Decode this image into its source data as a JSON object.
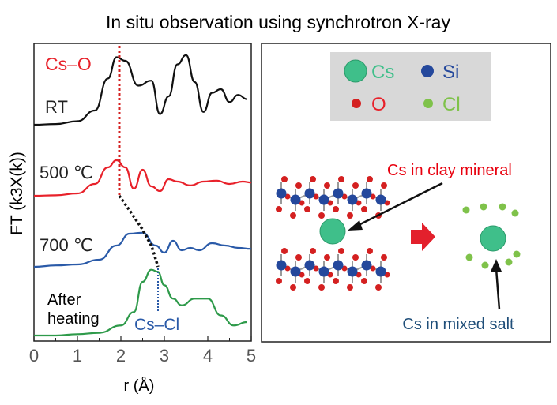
{
  "title": "In situ observation using synchrotron X-ray",
  "colors": {
    "red": "#e8212a",
    "black": "#111111",
    "blue": "#2a5aa8",
    "green": "#2e9a4a",
    "cs_atom": "#3fbf8a",
    "si_atom": "#24489c",
    "o_atom": "#d42020",
    "cl_atom": "#7fc24a",
    "caption_red": "#e8000e",
    "caption_blue": "#1f4e79",
    "legend_bg": "#d8d8d8",
    "arrow_red": "#e3202c"
  },
  "plot": {
    "ylabel": "FT (k3X(k))",
    "xlabel": "r (Å)",
    "xticks": [
      "0",
      "1",
      "2",
      "3",
      "4",
      "5"
    ],
    "labels": {
      "cs_o": "Cs–O",
      "rt": "RT",
      "t500": "500 ℃",
      "t700": "700 ℃",
      "after_line1": "After",
      "after_line2": "heating",
      "cs_cl": "Cs–Cl"
    }
  },
  "chart_data": {
    "type": "line",
    "xlabel": "r (Å)",
    "ylabel": "FT (k3X(k))",
    "xlim": [
      0,
      5
    ],
    "series": [
      {
        "name": "RT",
        "x": [
          0.0,
          0.5,
          1.0,
          1.4,
          1.7,
          1.9,
          2.1,
          2.4,
          2.7,
          2.9,
          3.1,
          3.3,
          3.5,
          3.7,
          3.9,
          4.1,
          4.3,
          4.5,
          4.7,
          4.9
        ],
        "values": [
          0.0,
          0.01,
          0.05,
          0.2,
          0.65,
          0.95,
          0.9,
          0.55,
          0.62,
          0.15,
          0.4,
          0.85,
          0.98,
          0.6,
          0.18,
          0.45,
          0.5,
          0.32,
          0.42,
          0.36
        ]
      },
      {
        "name": "500 ℃",
        "x": [
          0.0,
          0.5,
          1.0,
          1.4,
          1.7,
          1.9,
          2.1,
          2.3,
          2.5,
          2.7,
          2.9,
          3.1,
          3.3,
          3.6,
          3.9,
          4.2,
          4.5,
          4.8,
          5.0
        ],
        "values": [
          0.0,
          0.01,
          0.05,
          0.25,
          0.6,
          0.75,
          0.6,
          0.15,
          0.55,
          0.2,
          0.1,
          0.35,
          0.3,
          0.22,
          0.3,
          0.32,
          0.25,
          0.3,
          0.28
        ]
      },
      {
        "name": "700 ℃",
        "x": [
          0.0,
          0.5,
          1.0,
          1.5,
          1.9,
          2.2,
          2.5,
          2.8,
          3.0,
          3.2,
          3.4,
          3.6,
          3.8,
          4.1,
          4.4,
          4.7,
          5.0
        ],
        "values": [
          0.0,
          0.03,
          0.05,
          0.15,
          0.45,
          0.7,
          0.72,
          0.45,
          0.3,
          0.55,
          0.35,
          0.4,
          0.35,
          0.5,
          0.45,
          0.4,
          0.38
        ]
      },
      {
        "name": "After heating",
        "x": [
          0.0,
          0.5,
          1.0,
          1.5,
          2.0,
          2.3,
          2.5,
          2.7,
          2.85,
          3.0,
          3.2,
          3.4,
          3.7,
          4.0,
          4.3,
          4.6,
          4.9
        ],
        "values": [
          0.0,
          0.0,
          0.02,
          0.04,
          0.15,
          0.35,
          0.8,
          0.98,
          0.95,
          0.75,
          0.55,
          0.45,
          0.55,
          0.55,
          0.3,
          0.15,
          0.2
        ]
      }
    ]
  },
  "legend": {
    "cs": "Cs",
    "si": "Si",
    "o": "O",
    "cl": "Cl"
  },
  "captions": {
    "clay": "Cs in clay mineral",
    "salt": "Cs in mixed salt"
  }
}
